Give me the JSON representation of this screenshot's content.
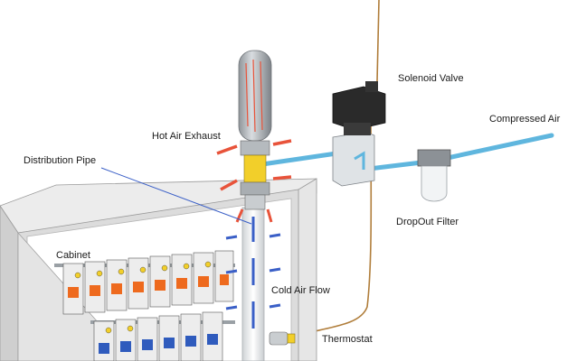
{
  "labels": {
    "solenoid_valve": "Solenoid Valve",
    "compressed_air": "Compressed Air",
    "hot_air_exhaust": "Hot Air Exhaust",
    "distribution_pipe": "Distribution Pipe",
    "dropout_filter": "DropOut Filter",
    "cabinet": "Cabinet",
    "cold_air_flow": "Cold Air Flow",
    "thermostat": "Thermostat"
  },
  "colors": {
    "air_line": "#5fb6de",
    "hot_arrow": "#e8533a",
    "cold_arrow": "#3a5fc7",
    "breaker_orange": "#ee6a1e",
    "breaker_blue": "#2f5bbd",
    "breaker_yellow": "#f2cf2a",
    "cabinet_body": "#e2e2e2",
    "wire": "#b07d3a"
  },
  "icons": [
    "solenoid-valve-icon",
    "vortex-tube-icon",
    "dropout-filter-icon",
    "thermostat-icon",
    "circuit-breaker-icon"
  ]
}
